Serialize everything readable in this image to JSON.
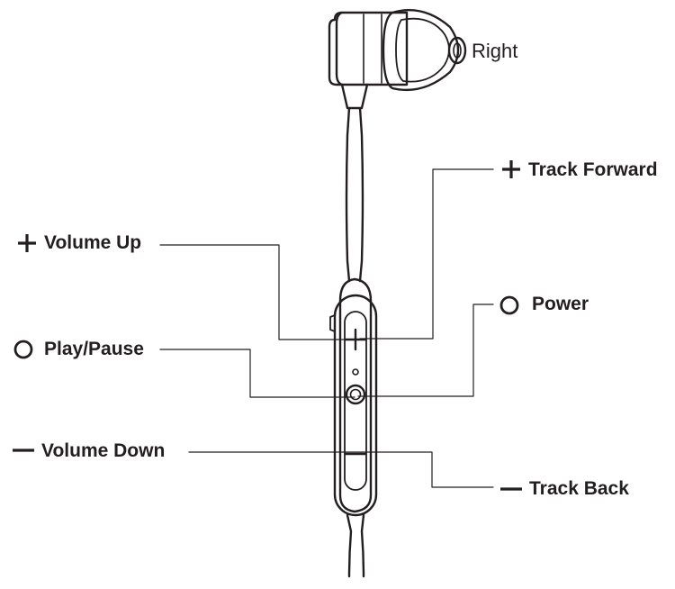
{
  "labels": {
    "right": "Right",
    "track_forward": "Track Forward",
    "volume_up": "Volume Up",
    "power": "Power",
    "play_pause": "Play/Pause",
    "volume_down": "Volume Down",
    "track_back": "Track Back"
  },
  "icons": {
    "plus": "plus-icon",
    "minus": "minus-icon",
    "circle": "circle-icon"
  },
  "colors": {
    "ink": "#231f20",
    "background": "#ffffff"
  }
}
